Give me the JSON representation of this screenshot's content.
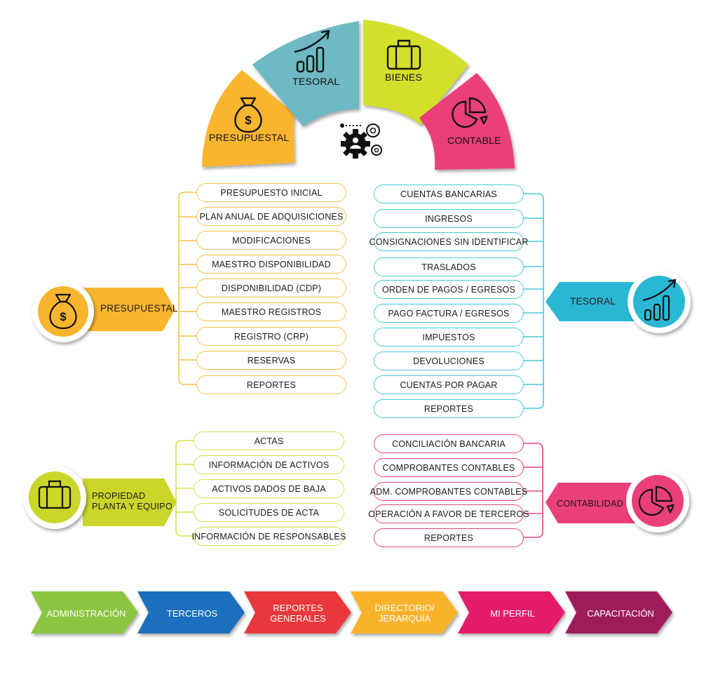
{
  "colors": {
    "presupuestal": "#f9b52e",
    "tesoral": "#6eb9c3",
    "tesoral_bright": "#2ab7d4",
    "bienes": "#d3df2b",
    "contable": "#ea3f77",
    "propiedad": "#cbd62a"
  },
  "fan": {
    "presupuestal": "PRESUPUESTAL",
    "tesoral": "TESORAL",
    "bienes": "BIENES",
    "contable": "CONTABLE"
  },
  "presupuestal": {
    "label": "PRESUPUESTAL",
    "items": [
      "PRESUPUESTO INICIAL",
      "PLAN ANUAL DE ADQUISICIONES",
      "MODIFICACIONES",
      "MAESTRO DISPONIBILIDAD",
      "DISPONIBILIDAD (CDP)",
      "MAESTRO REGISTROS",
      "REGISTRO (CRP)",
      "RESERVAS",
      "REPORTES"
    ]
  },
  "tesoral": {
    "label": "TESORAL",
    "items": [
      "CUENTAS BANCARIAS",
      "INGRESOS",
      "CONSIGNACIONES SIN IDENTIFICAR",
      "TRASLADOS",
      "ORDEN DE PAGOS / EGRESOS",
      "PAGO FACTURA / EGRESOS",
      "IMPUESTOS",
      "DEVOLUCIONES",
      "CUENTAS POR PAGAR",
      "REPORTES"
    ]
  },
  "propiedad": {
    "label_line1": "PROPIEDAD",
    "label_line2": "PLANTA Y EQUIPO",
    "items": [
      "ACTAS",
      "INFORMACIÓN DE ACTIVOS",
      "ACTIVOS DADOS DE BAJA",
      "SOLICITUDES DE ACTA",
      "INFORMACIÓN DE RESPONSABLES"
    ]
  },
  "contabilidad": {
    "label": "CONTABILIDAD",
    "items": [
      "CONCILIACIÓN BANCARIA",
      "COMPROBANTES CONTABLES",
      "ADM. COMPROBANTES CONTABLES",
      "OPERACIÓN A FAVOR DE TERCEROS",
      "REPORTES"
    ]
  },
  "nav": [
    {
      "line1": "ADMINISTRACIÓN",
      "line2": "",
      "color": "#8cc63f"
    },
    {
      "line1": "TERCEROS",
      "line2": "",
      "color": "#1f6fbf"
    },
    {
      "line1": "REPORTES",
      "line2": "GENERALES",
      "color": "#e8393a"
    },
    {
      "line1": "DIRECTORIO/",
      "line2": "JERARQUÍA",
      "color": "#f9b32c"
    },
    {
      "line1": "MI PERFIL",
      "line2": "",
      "color": "#e51d6a"
    },
    {
      "line1": "CAPACITACIÓN",
      "line2": "",
      "color": "#9e1a5c"
    }
  ]
}
